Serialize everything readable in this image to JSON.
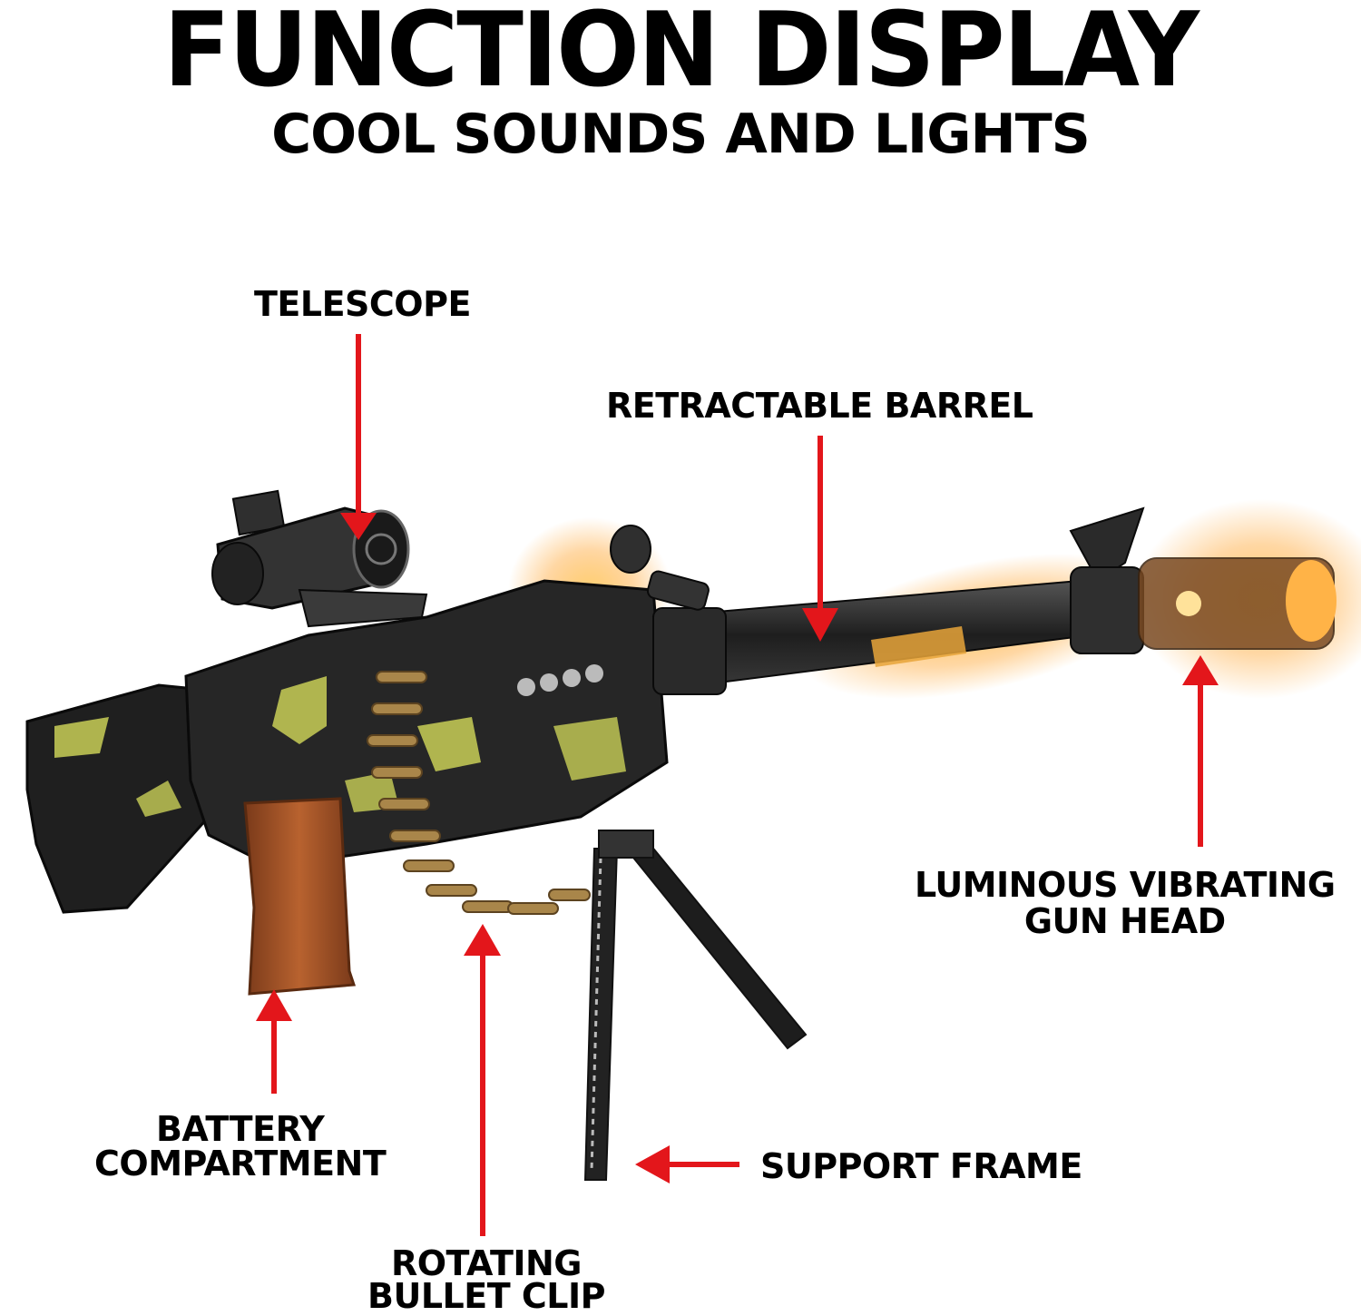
{
  "header": {
    "title": "FUNCTION DISPLAY",
    "subtitle": "COOL SOUNDS AND LIGHTS"
  },
  "product": {
    "name": "toy-machine-gun",
    "colors": {
      "body": "#2b2b2b",
      "camo": "#c9cf57",
      "grip": "#a4522a",
      "bullets": "#a9864a",
      "glow": "#ffb347",
      "arrow": "#e3161b"
    }
  },
  "callouts": [
    {
      "id": "telescope",
      "label_lines": [
        "TELESCOPE"
      ]
    },
    {
      "id": "retractable-barrel",
      "label_lines": [
        "RETRACTABLE BARREL"
      ]
    },
    {
      "id": "gun-head",
      "label_lines": [
        "LUMINOUS VIBRATING",
        "GUN HEAD"
      ]
    },
    {
      "id": "battery",
      "label_lines": [
        "BATTERY",
        "COMPARTMENT"
      ]
    },
    {
      "id": "support-frame",
      "label_lines": [
        "SUPPORT FRAME"
      ]
    },
    {
      "id": "bullet-clip",
      "label_lines": [
        "ROTATING",
        "BULLET CLIP"
      ]
    }
  ]
}
